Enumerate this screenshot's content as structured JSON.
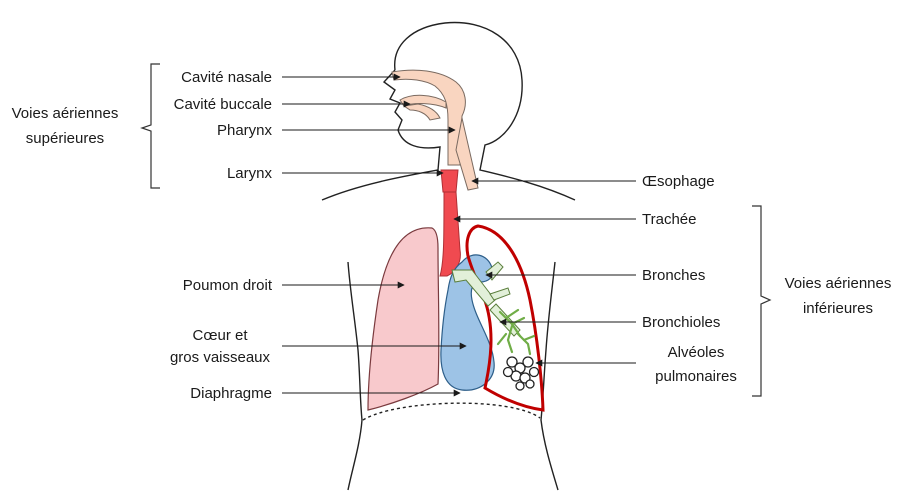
{
  "labels": {
    "cavite_nasale": "Cavité nasale",
    "cavite_buccale": "Cavité buccale",
    "pharynx": "Pharynx",
    "larynx": "Larynx",
    "voies_superieures_l1": "Voies aériennes",
    "voies_superieures_l2": "supérieures",
    "oesophage": "Œsophage",
    "trachee": "Trachée",
    "poumon_droit": "Poumon droit",
    "bronches": "Bronches",
    "bronchioles": "Bronchioles",
    "coeur_l1": "Cœur et",
    "coeur_l2": "gros vaisseaux",
    "alveoles_l1": "Alvéoles",
    "alveoles_l2": "pulmonaires",
    "diaphragme": "Diaphragme",
    "voies_inferieures_l1": "Voies aériennes",
    "voies_inferieures_l2": "inférieures"
  },
  "colors": {
    "airway_skin": "#f9d5c0",
    "trachea_red": "#f04a50",
    "lung_right_fill": "#f8c9cc",
    "heart_blue": "#9dc3e6",
    "left_lung_outline": "#c00000",
    "bronchi_green": "#e2f0d9",
    "bronchioles_green": "#70ad47"
  }
}
